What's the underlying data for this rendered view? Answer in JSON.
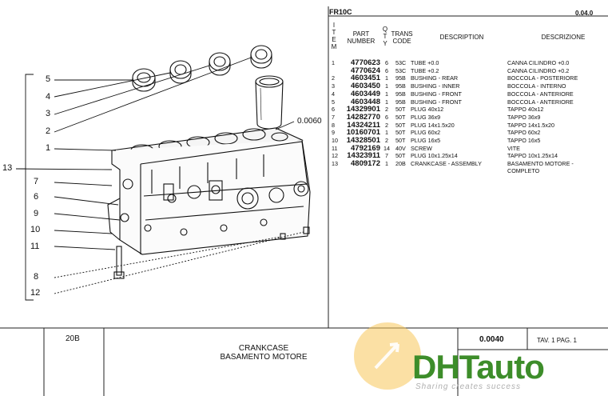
{
  "header": {
    "code": "FR10C",
    "page_ref": "0.04.0"
  },
  "columns": {
    "item": "I\nT\nE\nM",
    "part_number": "PART\nNUMBER",
    "qty": "Q\nT\nY",
    "trans_code": "TRANS\nCODE",
    "description": "DESCRIPTION",
    "descrizione": "DESCRIZIONE"
  },
  "parts": [
    {
      "item": "1",
      "part": "4770623",
      "qty": "6",
      "trans": "53C",
      "desc": "TUBE +0.0",
      "descr": "CANNA CILINDRO +0.0"
    },
    {
      "item": "",
      "part": "4770624",
      "qty": "6",
      "trans": "53C",
      "desc": "TUBE +0.2",
      "descr": "CANNA CILINDRO +0.2"
    },
    {
      "item": "2",
      "part": "4603451",
      "qty": "1",
      "trans": "95B",
      "desc": "BUSHING - REAR",
      "descr": "BOCCOLA - POSTERIORE"
    },
    {
      "item": "3",
      "part": "4603450",
      "qty": "1",
      "trans": "95B",
      "desc": "BUSHING - INNER",
      "descr": "BOCCOLA - INTERNO"
    },
    {
      "item": "4",
      "part": "4603449",
      "qty": "1",
      "trans": "95B",
      "desc": "BUSHING - FRONT",
      "descr": "BOCCOLA - ANTERIORE"
    },
    {
      "item": "5",
      "part": "4603448",
      "qty": "1",
      "trans": "95B",
      "desc": "BUSHING - FRONT",
      "descr": "BOCCOLA - ANTERIORE"
    },
    {
      "item": "6",
      "part": "14329901",
      "qty": "2",
      "trans": "50T",
      "desc": "PLUG 40x12",
      "descr": "TAPPO 40x12"
    },
    {
      "item": "7",
      "part": "14282770",
      "qty": "6",
      "trans": "50T",
      "desc": "PLUG 36x9",
      "descr": "TAPPO 36x9"
    },
    {
      "item": "8",
      "part": "14324211",
      "qty": "2",
      "trans": "50T",
      "desc": "PLUG 14x1.5x20",
      "descr": "TAPPO 14x1.5x20"
    },
    {
      "item": "9",
      "part": "10160701",
      "qty": "1",
      "trans": "50T",
      "desc": "PLUG 60x2",
      "descr": "TAPPO 60x2"
    },
    {
      "item": "10",
      "part": "14328501",
      "qty": "2",
      "trans": "50T",
      "desc": "PLUG 16x5",
      "descr": "TAPPO 16x5"
    },
    {
      "item": "11",
      "part": "4792169",
      "qty": "14",
      "trans": "40V",
      "desc": "SCREW",
      "descr": "VITE"
    },
    {
      "item": "12",
      "part": "14323911",
      "qty": "7",
      "trans": "50T",
      "desc": "PLUG 10x1.25x14",
      "descr": "TAPPO 10x1.25x14"
    },
    {
      "item": "13",
      "part": "4809172",
      "qty": "1",
      "trans": "20B",
      "desc": "CRANKCASE - ASSEMBLY",
      "descr": "BASAMENTO MOTORE - COMPLETO"
    }
  ],
  "diagram": {
    "callouts": [
      "5",
      "4",
      "3",
      "2",
      "1",
      "13",
      "7",
      "6",
      "9",
      "10",
      "11",
      "8",
      "12"
    ],
    "dimension": "0.0060"
  },
  "footer": {
    "code": "20B",
    "title_en": "CRANKCASE",
    "title_it": "BASAMENTO MOTORE",
    "number": "0.0040",
    "tav": "TAV. 1 PAG. 1"
  },
  "watermark": {
    "brand": "DHTauto",
    "tagline": "Sharing creates success"
  }
}
